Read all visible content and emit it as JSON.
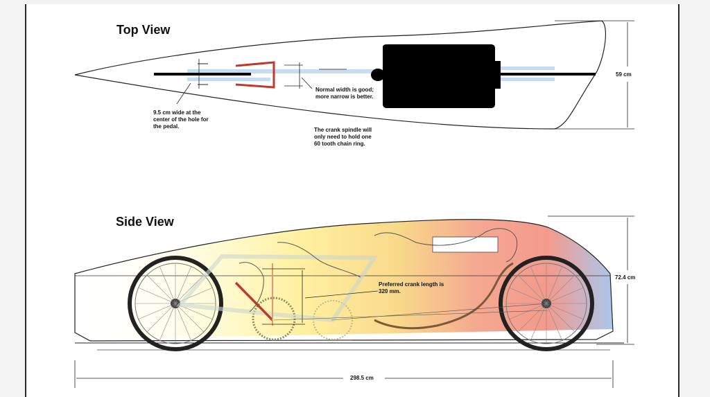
{
  "top_view": {
    "title": "Top View",
    "note_hole": "9.5 cm wide at the center of the hole for the pedal.",
    "note_width": "Normal width is good; more narrow is better.",
    "note_spindle": "The crank spindle will only need to hold one 60 tooth chain ring.",
    "dim_width": "59 cm"
  },
  "side_view": {
    "title": "Side View",
    "note_crank": "Preferred crank length is 320 mm.",
    "dim_height": "72.4 cm",
    "dim_length": "298.5 cm"
  },
  "colors": {
    "frame_red": "#c0392b",
    "axle_blue": "#bcd4f0",
    "body_black": "#000000"
  }
}
